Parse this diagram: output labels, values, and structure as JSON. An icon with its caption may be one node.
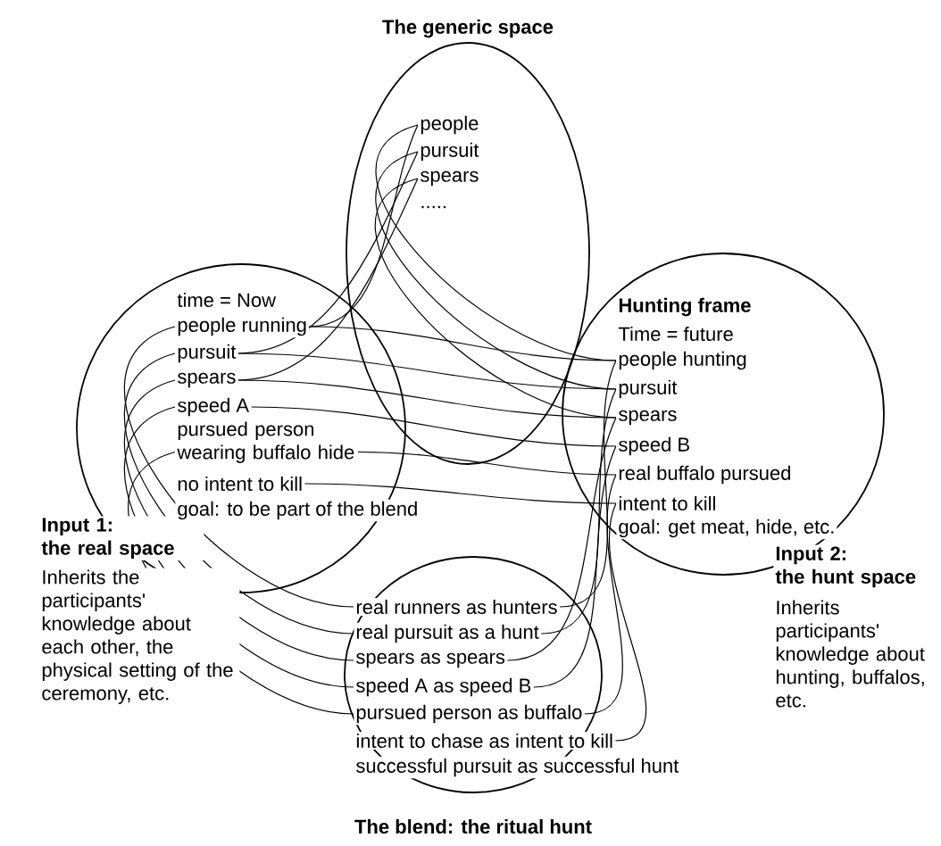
{
  "diagram": {
    "nodes": [
      {
        "text": [
          "The generic space"
        ]
      },
      {
        "text": [
          "people"
        ],
        "in": 0
      },
      {
        "text": [
          "pursuit"
        ],
        "in": 0
      },
      {
        "text": [
          "spears"
        ],
        "in": 0
      },
      {
        "text": [
          "....."
        ],
        "in": 0
      },
      {
        "text": [
          "Input 1: the real space",
          "Inherits the participants' knowledge about each other, the physical setting of the ceremony, etc."
        ]
      },
      {
        "text": [
          "time = Now"
        ],
        "in": 5
      },
      {
        "text": [
          "people running"
        ],
        "in": 5
      },
      {
        "text": [
          "pursuit"
        ],
        "in": 5
      },
      {
        "text": [
          "spears"
        ],
        "in": 5
      },
      {
        "text": [
          "speed A"
        ],
        "in": 5
      },
      {
        "text": [
          "pursued person wearing buffalo hide"
        ],
        "in": 5
      },
      {
        "text": [
          "no intent to kill"
        ],
        "in": 5
      },
      {
        "text": [
          "goal: to be part of the blend"
        ],
        "in": 5
      },
      {
        "text": [
          "Hunting frame",
          "Input 2: the hunt space",
          "Inherits participants' knowledge about hunting, buffalos, etc."
        ]
      },
      {
        "text": [
          "Time = future"
        ],
        "in": 14
      },
      {
        "text": [
          "people hunting"
        ],
        "in": 14
      },
      {
        "text": [
          "pursuit"
        ],
        "in": 14
      },
      {
        "text": [
          "spears"
        ],
        "in": 14
      },
      {
        "text": [
          "speed B"
        ],
        "in": 14
      },
      {
        "text": [
          "real buffalo pursued"
        ],
        "in": 14
      },
      {
        "text": [
          "intent to kill"
        ],
        "in": 14
      },
      {
        "text": [
          "goal: get meat, hide, etc."
        ],
        "in": 14
      },
      {
        "text": [
          "The blend: the ritual hunt"
        ]
      },
      {
        "text": [
          "real runners as hunters"
        ],
        "in": 23
      },
      {
        "text": [
          "real pursuit as a hunt"
        ],
        "in": 23
      },
      {
        "text": [
          "spears as spears"
        ],
        "in": 23
      },
      {
        "text": [
          "speed A as speed B"
        ],
        "in": 23
      },
      {
        "text": [
          "pursued person as buffalo"
        ],
        "in": 23
      },
      {
        "text": [
          "intent to chase as intent to kill"
        ],
        "in": 23
      },
      {
        "text": [
          "successful pursuit as successful hunt"
        ]
      }
    ],
    "edges": [
      {
        "from": 1,
        "to": 7,
        "arrow": "none"
      },
      {
        "from": 2,
        "to": 8,
        "arrow": "none"
      },
      {
        "from": 3,
        "to": 9,
        "arrow": "none"
      },
      {
        "from": 1,
        "to": 16,
        "arrow": "none"
      },
      {
        "from": 2,
        "to": 17,
        "arrow": "none"
      },
      {
        "from": 3,
        "to": 18,
        "arrow": "none"
      },
      {
        "from": 7,
        "to": 16,
        "arrow": "none"
      },
      {
        "from": 8,
        "to": 17,
        "arrow": "none"
      },
      {
        "from": 9,
        "to": 18,
        "arrow": "none"
      },
      {
        "from": 10,
        "to": 19,
        "arrow": "none"
      },
      {
        "from": 11,
        "to": 20,
        "arrow": "none"
      },
      {
        "from": 12,
        "to": 21,
        "arrow": "none"
      },
      {
        "from": 7,
        "to": 24,
        "arrow": "none"
      },
      {
        "from": 8,
        "to": 25,
        "arrow": "none"
      },
      {
        "from": 9,
        "to": 26,
        "arrow": "none"
      },
      {
        "from": 10,
        "to": 27,
        "arrow": "none"
      },
      {
        "from": 11,
        "to": 28,
        "arrow": "none"
      },
      {
        "from": 16,
        "to": 24,
        "arrow": "none"
      },
      {
        "from": 17,
        "to": 25,
        "arrow": "none"
      },
      {
        "from": 18,
        "to": 26,
        "arrow": "none"
      },
      {
        "from": 19,
        "to": 27,
        "arrow": "none"
      },
      {
        "from": 20,
        "to": 28,
        "arrow": "none"
      },
      {
        "from": 21,
        "to": 29,
        "arrow": "none"
      }
    ]
  }
}
